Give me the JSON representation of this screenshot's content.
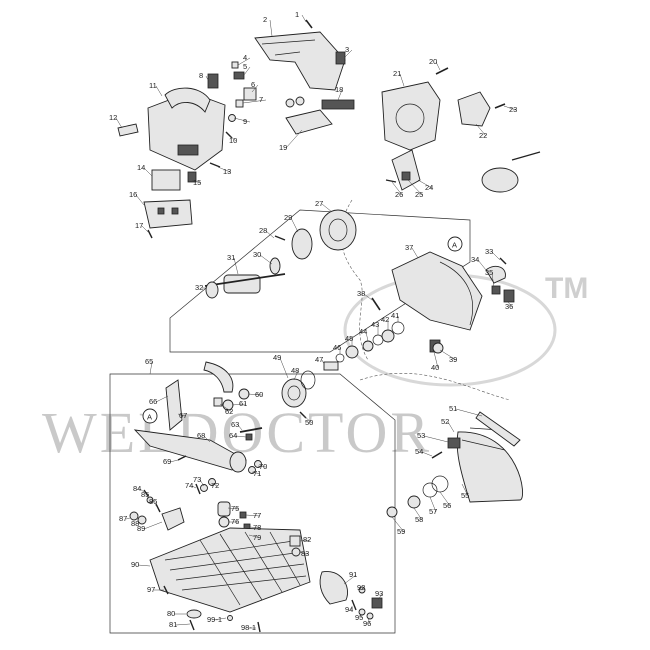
{
  "watermark": {
    "text": "WELDOCTOR",
    "tm": "TM"
  },
  "callouts": {
    "A_upper": "A",
    "A_lower": "A"
  },
  "parts": [
    {
      "n": "1"
    },
    {
      "n": "2"
    },
    {
      "n": "3"
    },
    {
      "n": "4"
    },
    {
      "n": "5"
    },
    {
      "n": "6"
    },
    {
      "n": "7"
    },
    {
      "n": "8"
    },
    {
      "n": "9"
    },
    {
      "n": "10"
    },
    {
      "n": "11"
    },
    {
      "n": "12"
    },
    {
      "n": "13"
    },
    {
      "n": "14"
    },
    {
      "n": "15"
    },
    {
      "n": "16"
    },
    {
      "n": "17"
    },
    {
      "n": "18"
    },
    {
      "n": "19"
    },
    {
      "n": "20"
    },
    {
      "n": "21"
    },
    {
      "n": "22"
    },
    {
      "n": "23"
    },
    {
      "n": "24"
    },
    {
      "n": "25"
    },
    {
      "n": "26"
    },
    {
      "n": "27"
    },
    {
      "n": "28"
    },
    {
      "n": "29"
    },
    {
      "n": "30"
    },
    {
      "n": "31"
    },
    {
      "n": "32"
    },
    {
      "n": "33"
    },
    {
      "n": "34"
    },
    {
      "n": "35"
    },
    {
      "n": "36"
    },
    {
      "n": "37"
    },
    {
      "n": "38"
    },
    {
      "n": "39"
    },
    {
      "n": "40"
    },
    {
      "n": "41"
    },
    {
      "n": "42"
    },
    {
      "n": "43"
    },
    {
      "n": "44"
    },
    {
      "n": "45"
    },
    {
      "n": "46"
    },
    {
      "n": "47"
    },
    {
      "n": "48"
    },
    {
      "n": "49"
    },
    {
      "n": "50"
    },
    {
      "n": "51"
    },
    {
      "n": "52"
    },
    {
      "n": "53"
    },
    {
      "n": "54"
    },
    {
      "n": "55"
    },
    {
      "n": "56"
    },
    {
      "n": "57"
    },
    {
      "n": "58"
    },
    {
      "n": "59"
    },
    {
      "n": "60"
    },
    {
      "n": "61"
    },
    {
      "n": "62"
    },
    {
      "n": "63"
    },
    {
      "n": "64"
    },
    {
      "n": "65"
    },
    {
      "n": "66"
    },
    {
      "n": "67"
    },
    {
      "n": "68"
    },
    {
      "n": "69"
    },
    {
      "n": "70"
    },
    {
      "n": "71"
    },
    {
      "n": "72"
    },
    {
      "n": "73"
    },
    {
      "n": "74"
    },
    {
      "n": "75"
    },
    {
      "n": "76"
    },
    {
      "n": "77"
    },
    {
      "n": "78"
    },
    {
      "n": "79"
    },
    {
      "n": "80"
    },
    {
      "n": "81"
    },
    {
      "n": "82"
    },
    {
      "n": "83"
    },
    {
      "n": "84"
    },
    {
      "n": "85"
    },
    {
      "n": "86"
    },
    {
      "n": "87"
    },
    {
      "n": "88"
    },
    {
      "n": "89"
    },
    {
      "n": "90"
    },
    {
      "n": "91"
    },
    {
      "n": "92"
    },
    {
      "n": "93"
    },
    {
      "n": "94"
    },
    {
      "n": "95"
    },
    {
      "n": "96"
    },
    {
      "n": "97"
    },
    {
      "n": "98-1"
    },
    {
      "n": "99-1"
    }
  ]
}
